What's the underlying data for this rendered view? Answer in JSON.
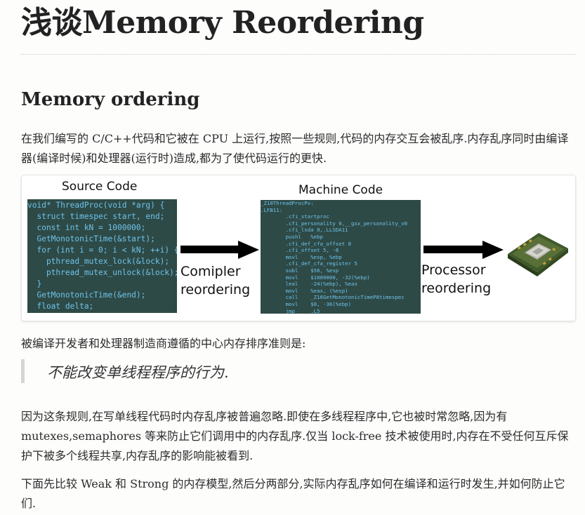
{
  "page": {
    "title": "浅谈Memory Reordering",
    "section_heading": "Memory ordering",
    "paragraph1": "在我们编写的 C/C++代码和它被在 CPU 上运行,按照一些规则,代码的内存交互会被乱序.内存乱序同时由编译器(编译时候)和处理器(运行时)造成,都为了使代码运行的更快.",
    "paragraph2": "被编译开发者和处理器制造商遵循的中心内存排序准则是:",
    "quote": "不能改变单线程程序的行为.",
    "paragraph3": "因为这条规则,在写单线程代码时内存乱序被普遍忽略.即使在多线程程序中,它也被时常忽略,因为有 mutexes,semaphores 等来防止它们调用中的内存乱序.仅当 lock-free 技术被使用时,内存在不受任何互斥保护下被多个线程共享,内存乱序的影响能被看到.",
    "paragraph4": "下面先比较 Weak 和 Strong 的内存模型,然后分两部分,实际内存乱序如何在编译和运行时发生,并如何防止它们."
  },
  "figure": {
    "source_label": "Source Code",
    "machine_label": "Machine Code",
    "compiler_label_line1": "Comipler",
    "compiler_label_line2": "reordering",
    "processor_label_line1": "Processor",
    "processor_label_line2": "reordering",
    "source_lines": [
      "void* ThreadProc(void *arg) {",
      "  struct timespec start, end;",
      "  const int kN = 1000000;",
      "  GetMonotonicTime(&start);",
      "  for (int i = 0; i < kN; ++i) {",
      "    pthread_mutex_lock(&lock);",
      "    pthread_mutex_unlock(&lock);",
      "  }",
      "  GetMonotonicTime(&end);",
      "  float delta;"
    ],
    "machine_lines": [
      "_Z10ThreadProcPv:",
      ".LFB11:",
      "        .cfi_startproc",
      "        .cfi_personality 0,__gxx_personality_v0",
      "        .cfi_lsda 0,.LLSDA11",
      "        pushl   %ebp",
      "        .cfi_def_cfa_offset 8",
      "        .cfi_offset 5, -8",
      "        movl    %esp, %ebp",
      "        .cfi_def_cfa_register 5",
      "        subl    $56, %esp",
      "        movl    $1000000, -32(%ebp)",
      "        leal    -24(%ebp), %eax",
      "        movl    %eax, (%esp)",
      "        call    _Z16GetMonotonicTimeP8timespec",
      "        movl    $0, -36(%ebp)",
      "        jmp     .L5"
    ],
    "code_background": "#2e4a47",
    "code_text_color": "#6ec3ea"
  }
}
